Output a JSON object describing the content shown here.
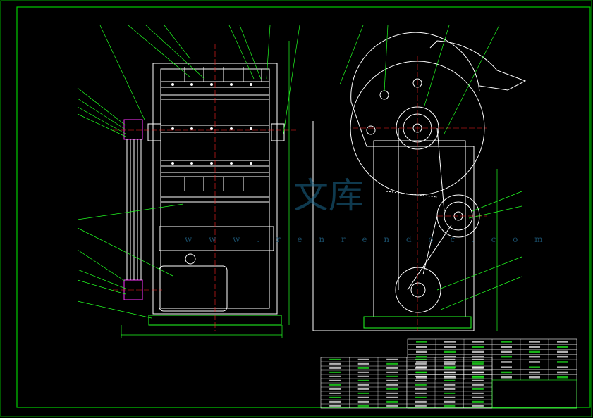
{
  "document": {
    "type": "CAD drawing",
    "colors": {
      "background": "#000000",
      "frame": "#00cc00",
      "outline": "#ffffff",
      "centerline": "#ff2222",
      "dimension": "#22ff22",
      "belt": "#ffffff",
      "highlight": "#ff33ff",
      "watermark": "#1d6a90"
    }
  },
  "watermark": {
    "text": "文库",
    "url": "w w w . r e n r e n d o c . c o m"
  },
  "notes": {
    "lines": [
      "",
      "",
      "",
      ""
    ]
  },
  "views": [
    {
      "name": "front-view"
    },
    {
      "name": "side-view"
    }
  ],
  "title_block": {
    "rows": 12,
    "cols": 6
  }
}
